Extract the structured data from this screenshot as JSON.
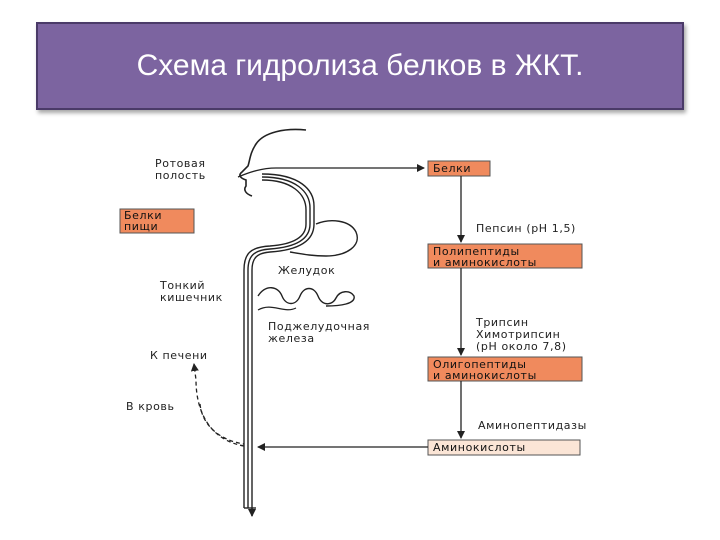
{
  "title": "Схема гидролиза белков в ЖКТ.",
  "colors": {
    "banner": "#7c64a0",
    "box_dark": "#f08a5d",
    "box_light": "#fbe5d6"
  },
  "labels": {
    "mouth_1": "Ротовая",
    "mouth_2": "полость",
    "stomach": "Желудок",
    "intestine_1": "Тонкий",
    "intestine_2": "кишечник",
    "pancreas_1": "Поджелудочная",
    "pancreas_2": "железа",
    "to_liver": "К печени",
    "to_blood": "В кровь"
  },
  "food_box": {
    "line1": "Белки",
    "line2": "пищи"
  },
  "boxes": {
    "proteins": "Белки",
    "polypeptides_1": "Полипептиды",
    "polypeptides_2": "и аминокислоты",
    "oligopeptides_1": "Олигопептиды",
    "oligopeptides_2": "и аминокислоты",
    "amino_acids": "Аминокислоты"
  },
  "enzymes": {
    "pepsin": "Пепсин (рН 1,5)",
    "trypsin": "Трипсин",
    "chymotrypsin": "Химотрипсин",
    "chymotrypsin_ph": "(рН около 7,8)",
    "aminopeptidases": "Аминопептидазы"
  }
}
